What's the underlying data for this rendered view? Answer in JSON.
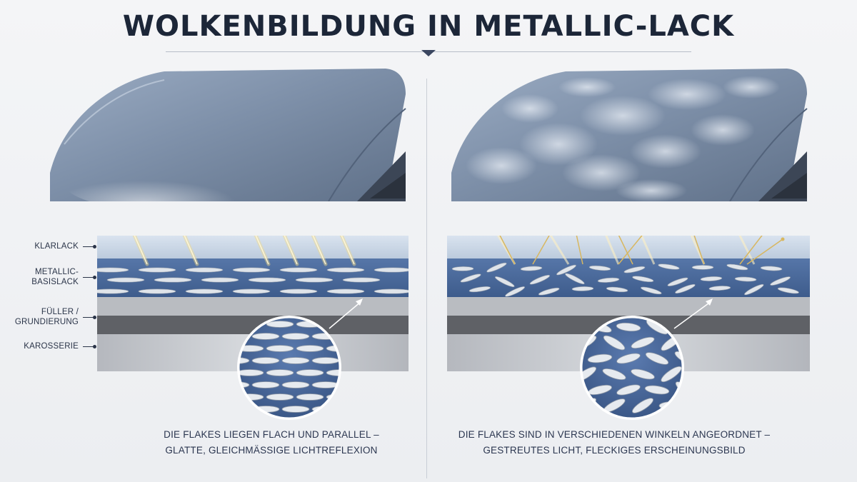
{
  "title": "WOLKENBILDUNG IN METALLIC-LACK",
  "layers": {
    "clear_coat": "KLARLACK",
    "base_coat_line1": "METALLIC-",
    "base_coat_line2": "BASISLACK",
    "primer_line1": "FÜLLER /",
    "primer_line2": "GRUNDIERUNG",
    "body": "KAROSSERIE"
  },
  "captions": {
    "left_line1": "DIE FLAKES LIEGEN FLACH UND PARALLEL –",
    "left_line2": "GLATTE, GLEICHMÄSSIGE LICHTREFLEXION",
    "right_line1": "DIE FLAKES SIND IN VERSCHIEDENEN WINKELN ANGEORDNET –",
    "right_line2": "GESTREUTES LICHT, FLECKIGES ERSCHEINUNGSBILD"
  },
  "colors": {
    "clear_coat": "#c9d6e6",
    "base_coat": "#4a6a9c",
    "primer_light": "#b9bcc1",
    "primer_dark": "#5f6166",
    "body_metal": "#c7cacf",
    "light_ray": "#f0d77a",
    "hood_paint": "#7b8ea8"
  }
}
